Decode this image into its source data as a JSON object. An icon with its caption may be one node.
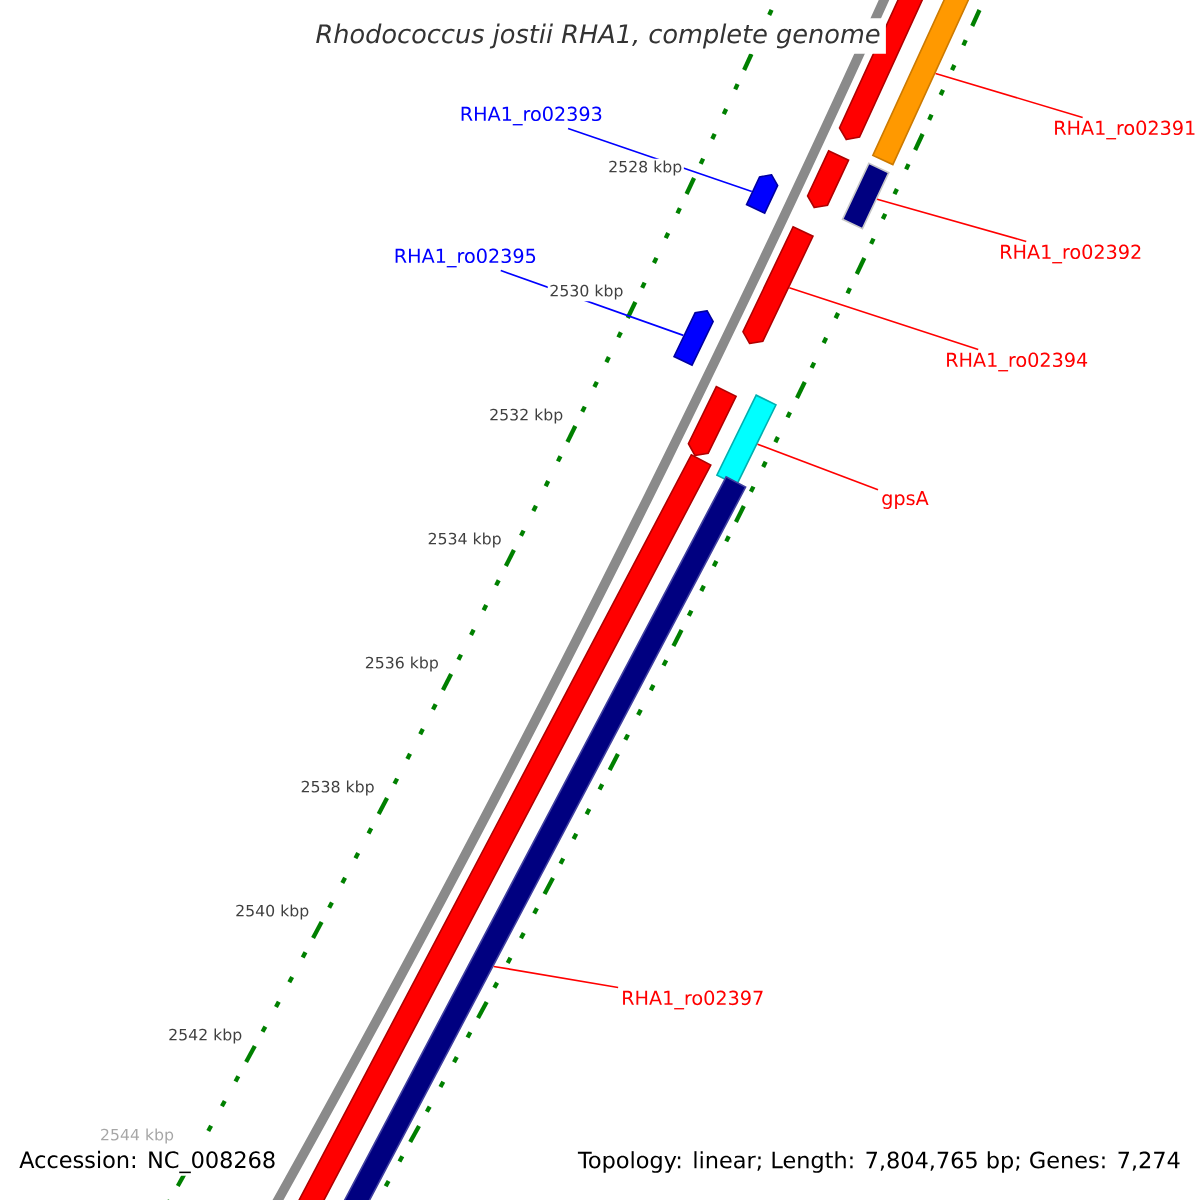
{
  "diagram": {
    "title": "Rhodococcus jostii RHA1, complete genome",
    "nodes": [
      {
        "text": [
          "RHA1_ro02391"
        ]
      },
      {
        "text": [
          "RHA1_ro02392"
        ]
      },
      {
        "text": [
          "RHA1_ro02393"
        ]
      },
      {
        "text": [
          "RHA1_ro02394"
        ]
      },
      {
        "text": [
          "RHA1_ro02395"
        ]
      },
      {
        "text": [
          "gpsA"
        ]
      },
      {
        "text": [
          "RHA1_ro02397"
        ]
      },
      {
        "text": [],
        "shape": "bar"
      },
      {
        "text": [],
        "shape": "pentagon"
      },
      {
        "text": [],
        "shape": "pentagon"
      },
      {
        "text": [],
        "shape": "bar"
      },
      {
        "text": [],
        "shape": "pentagon"
      },
      {
        "text": [],
        "shape": "pentagon"
      },
      {
        "text": [],
        "shape": "pentagon"
      },
      {
        "text": [],
        "shape": "pentagon"
      },
      {
        "text": [],
        "shape": "bar"
      },
      {
        "text": [],
        "shape": "bar"
      },
      {
        "text": [],
        "shape": "bar"
      }
    ],
    "edges": [
      {
        "from": 0,
        "to": 7,
        "arrow": "none"
      },
      {
        "from": 1,
        "to": 10,
        "arrow": "none"
      },
      {
        "from": 2,
        "to": 11,
        "arrow": "none",
        "color": "#0000ff"
      },
      {
        "from": 3,
        "to": 12,
        "arrow": "none"
      },
      {
        "from": 4,
        "to": 13,
        "arrow": "none",
        "color": "#0000ff"
      },
      {
        "from": 5,
        "to": 15,
        "arrow": "none"
      },
      {
        "from": 6,
        "to": 17,
        "arrow": "none"
      }
    ],
    "labels": [
      "2528 kbp",
      "2530 kbp",
      "2532 kbp",
      "2534 kbp",
      "2536 kbp",
      "2538 kbp",
      "2540 kbp",
      "2542 kbp",
      "2544 kbp",
      "Accession: NC_008268",
      "Topology: linear; Length: 7,804,765 bp; Genes: 7,274"
    ]
  }
}
